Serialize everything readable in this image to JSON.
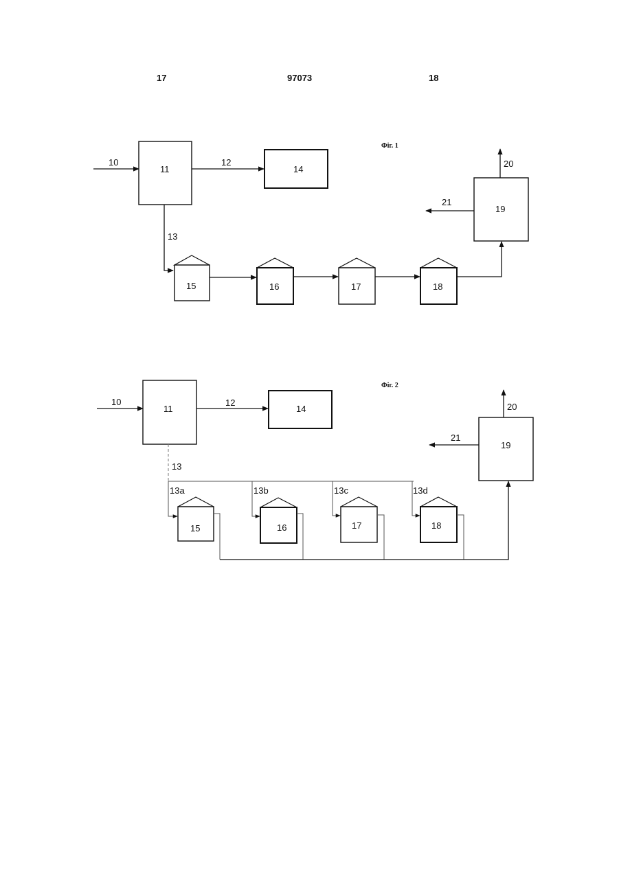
{
  "header": {
    "left": "17",
    "center": "97073",
    "right": "18"
  },
  "fig1": {
    "caption": "Фіг. 1",
    "labels": {
      "s10": "10",
      "s12": "12",
      "s13": "13",
      "s20": "20",
      "s21": "21"
    },
    "boxes": {
      "b11": "11",
      "b14": "14",
      "b15": "15",
      "b16": "16",
      "b17": "17",
      "b18": "18",
      "b19": "19"
    }
  },
  "fig2": {
    "caption": "Фіг. 2",
    "labels": {
      "s10": "10",
      "s12": "12",
      "s13": "13",
      "s13a": "13a",
      "s13b": "13b",
      "s13c": "13c",
      "s13d": "13d",
      "s20": "20",
      "s21": "21"
    },
    "boxes": {
      "b11": "11",
      "b14": "14",
      "b15": "15",
      "b16": "16",
      "b17": "17",
      "b18": "18",
      "b19": "19"
    }
  }
}
